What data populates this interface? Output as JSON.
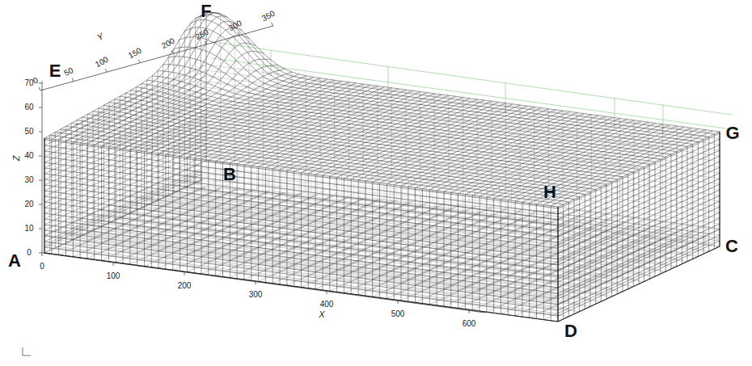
{
  "diagram": {
    "labels": [
      "A",
      "B",
      "C",
      "D",
      "E",
      "F",
      "G",
      "H",
      "0",
      "100",
      "200",
      "300",
      "400",
      "500",
      "600",
      "X",
      "0",
      "50",
      "100",
      "150",
      "200",
      "250",
      "300",
      "350",
      "Y",
      "0",
      "10",
      "20",
      "30",
      "40",
      "50",
      "60",
      "70",
      "Z"
    ]
  }
}
